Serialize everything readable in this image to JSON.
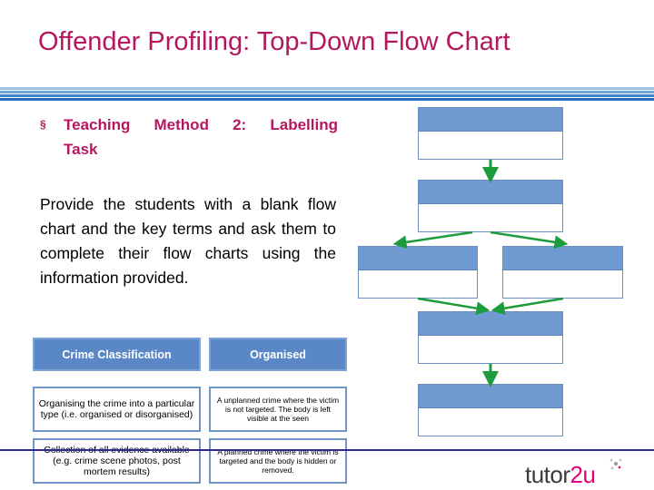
{
  "slide": {
    "title": "Offender Profiling: Top-Down Flow Chart",
    "bullet_line1": "Teaching Method 2: Labelling",
    "bullet_line2": "Task",
    "bullet_symbol": "§",
    "paragraph": "Provide the students with a blank flow chart and the key terms and ask them to complete their flow charts using the information provided."
  },
  "cards": {
    "crime_classification": "Crime Classification",
    "organised": "Organised",
    "organising_desc": "Organising the crime into a particular type (i.e. organised or disorganised)",
    "unplanned_desc": "A unplanned crime where the victim is not targeted. The body is left visible at the seen",
    "collection_desc": "Collection of all evidence available (e.g. crime scene photos, post mortem results)",
    "planned_desc": "A planned crime where the victim is targeted and the body is hidden or removed."
  },
  "logo": {
    "text_main": "tutor",
    "text_accent": "2u"
  },
  "colors": {
    "title": "#b5175f",
    "box_header": "#6f9bd2",
    "arrow": "#1e9b3a",
    "card_header": "#5a87c5",
    "footer_line": "#2b2b96"
  }
}
